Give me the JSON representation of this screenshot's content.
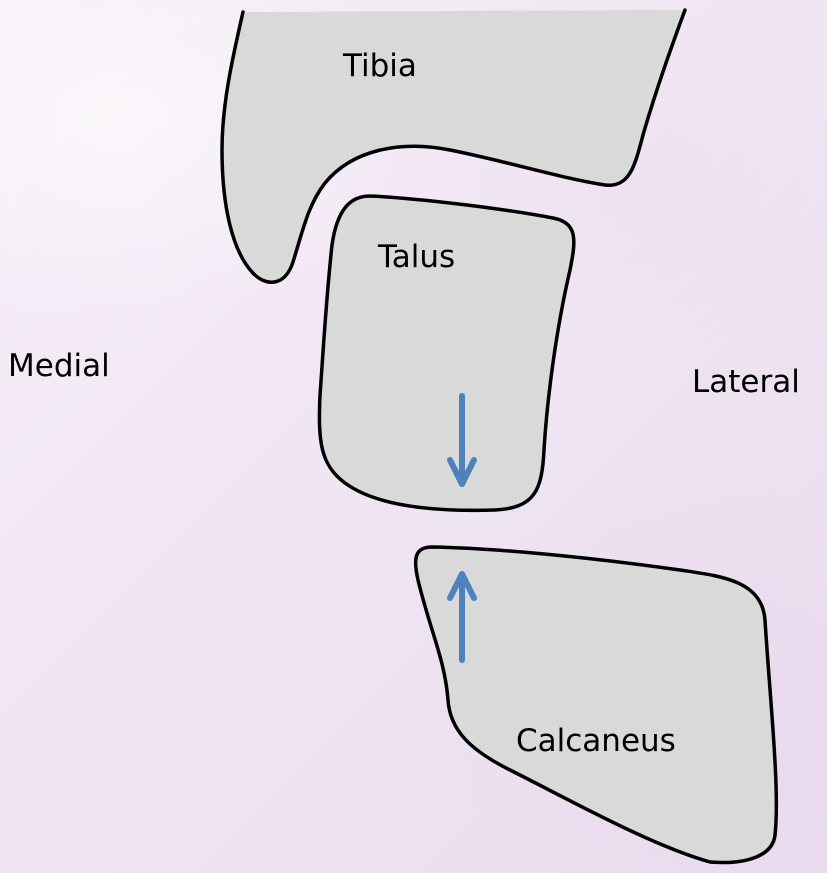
{
  "labels": {
    "tibia": "Tibia",
    "talus": "Talus",
    "calcaneus": "Calcaneus",
    "medial": "Medial",
    "lateral": "Lateral"
  },
  "colors": {
    "bone_fill": "#d9d9d9",
    "outline": "#000000",
    "arrow": "#4f81bd",
    "background": "#f3ebf5"
  }
}
